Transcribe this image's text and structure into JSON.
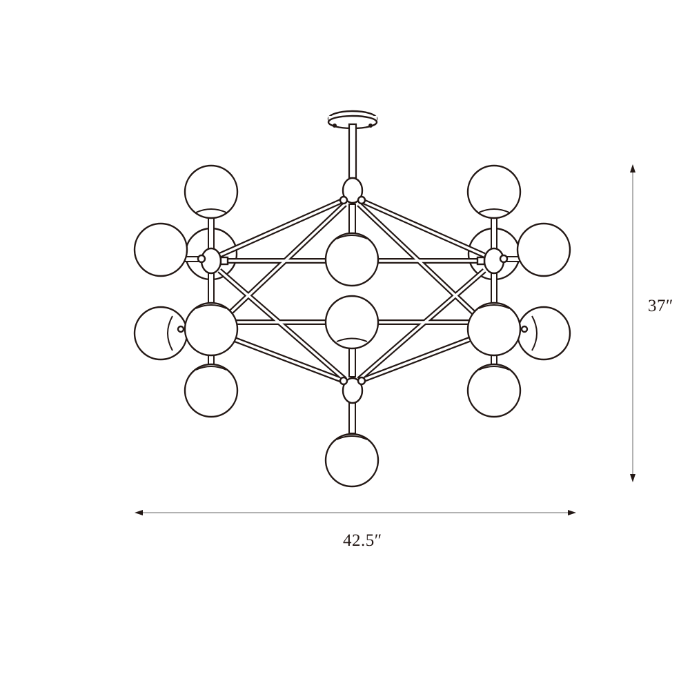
{
  "diagram": {
    "subject": "chandelier",
    "dimensions": {
      "height_label": "37″",
      "width_label": "42.5″"
    },
    "colors": {
      "line": "#231815",
      "dimension_line": "#666666",
      "background": "#ffffff"
    }
  }
}
